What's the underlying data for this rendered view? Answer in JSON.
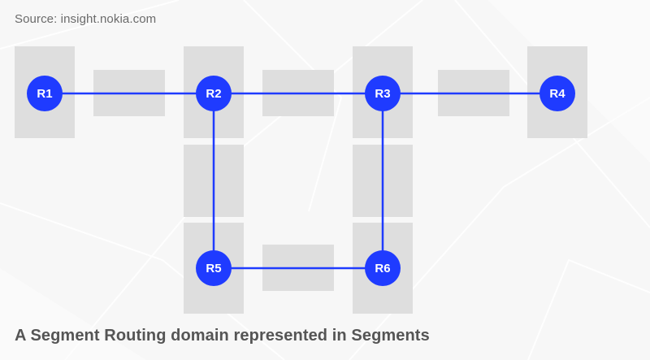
{
  "source": "Source: insight.nokia.com",
  "caption": "A Segment Routing domain represented in Segments",
  "colors": {
    "node": "#1f3bff",
    "link": "#1f3bff",
    "segment": "#dedede",
    "background": "#f7f7f7"
  },
  "nodes": [
    {
      "id": "R1",
      "label": "R1"
    },
    {
      "id": "R2",
      "label": "R2"
    },
    {
      "id": "R3",
      "label": "R3"
    },
    {
      "id": "R4",
      "label": "R4"
    },
    {
      "id": "R5",
      "label": "R5"
    },
    {
      "id": "R6",
      "label": "R6"
    }
  ],
  "links": [
    {
      "from": "R1",
      "to": "R2"
    },
    {
      "from": "R2",
      "to": "R3"
    },
    {
      "from": "R3",
      "to": "R4"
    },
    {
      "from": "R2",
      "to": "R5"
    },
    {
      "from": "R5",
      "to": "R6"
    },
    {
      "from": "R3",
      "to": "R6"
    }
  ]
}
